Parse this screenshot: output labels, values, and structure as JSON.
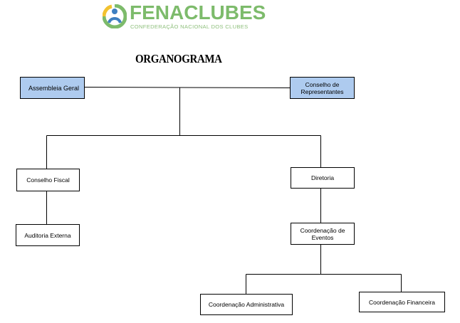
{
  "logo": {
    "name": "FENACLUBES",
    "subtitle": "CONFEDERAÇÃO NACIONAL DOS CLUBES",
    "icon": "fenaclubes-logo-icon",
    "colors": {
      "green": "#7dbb6b",
      "yellow": "#f2c230",
      "blue": "#3e7fc1",
      "light_green": "#8fc07d"
    }
  },
  "title": "ORGANOGRAMA",
  "nodes": {
    "assembleia": "Assembleia Geral",
    "conselho_representantes": "Conselho de Representantes",
    "conselho_fiscal": "Conselho Fiscal",
    "diretoria": "Diretoria",
    "auditoria": "Auditoria Externa",
    "coord_eventos": "Coordenação de Eventos",
    "coord_admin": "Coordenação Administrativa",
    "coord_financeira": "Coordenação Financeira"
  },
  "colors": {
    "highlight_box": "#aecbef"
  }
}
